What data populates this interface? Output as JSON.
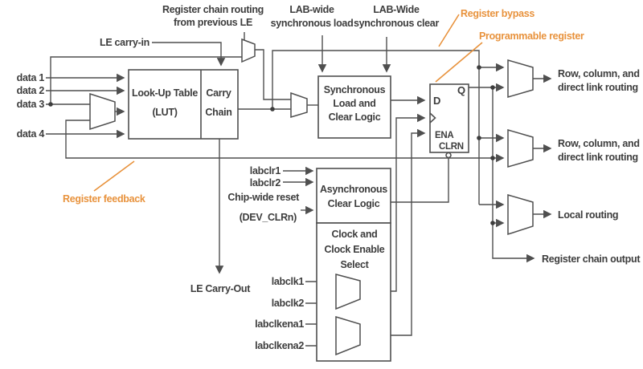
{
  "title": "Logic Element block diagram",
  "colors": {
    "line": "#4f4f4f",
    "text": "#3d3d3d",
    "accent": "#e8923c",
    "background": "#ffffff"
  },
  "labels": {
    "reg_chain_routing_1": "Register chain routing",
    "reg_chain_routing_2": "from previous LE",
    "lab_sync_load_1": "LAB-wide",
    "lab_sync_load_2": "synchronous load",
    "lab_sync_clear_1": "LAB-Wide",
    "lab_sync_clear_2": "synchronous clear",
    "register_bypass": "Register bypass",
    "programmable_register": "Programmable register",
    "le_carry_in": "LE carry-in",
    "data1": "data 1",
    "data2": "data 2",
    "data3": "data 3",
    "data4": "data 4",
    "lut_1": "Look-Up Table",
    "lut_2": "(LUT)",
    "carry_1": "Carry",
    "carry_2": "Chain",
    "sync_1": "Synchronous",
    "sync_2": "Load and",
    "sync_3": "Clear Logic",
    "ff_d": "D",
    "ff_q": "Q",
    "ff_ena": "ENA",
    "ff_clrn": "CLRN",
    "row_col_1": "Row, column, and",
    "row_col_2": "direct link routing",
    "local_routing": "Local routing",
    "reg_chain_out": "Register chain output",
    "register_feedback": "Register feedback",
    "labclr1": "labclr1",
    "labclr2": "labclr2",
    "chip_wide_reset_1": "Chip-wide reset",
    "chip_wide_reset_2": "(DEV_CLRn)",
    "async_1": "Asynchronous",
    "async_2": "Clear Logic",
    "clock_sel_1": "Clock and",
    "clock_sel_2": "Clock Enable",
    "clock_sel_3": "Select",
    "le_carry_out": "LE Carry-Out",
    "labclk1": "labclk1",
    "labclk2": "labclk2",
    "labclkena1": "labclkena1",
    "labclkena2": "labclkena2"
  }
}
